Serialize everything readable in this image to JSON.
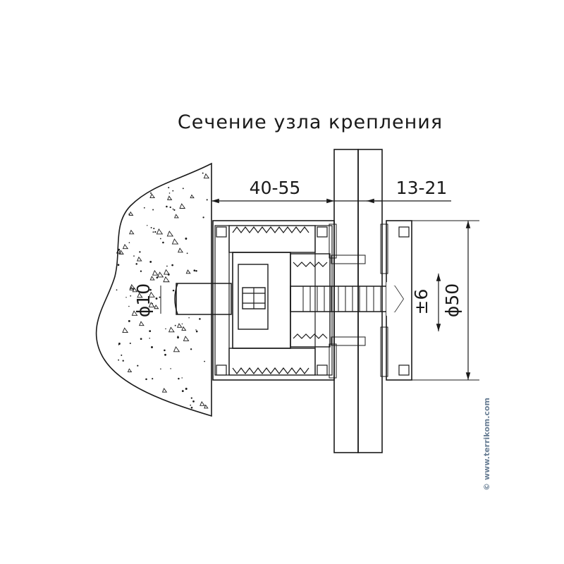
{
  "title": "Сечение узла крепления",
  "dimensions": {
    "depth": "40-55",
    "glass_thickness": "13-21",
    "rod_diameter": "ϕ10",
    "adjustment": "±6",
    "head_diameter": "ϕ50"
  },
  "copyright": "© www.terrikom.com"
}
